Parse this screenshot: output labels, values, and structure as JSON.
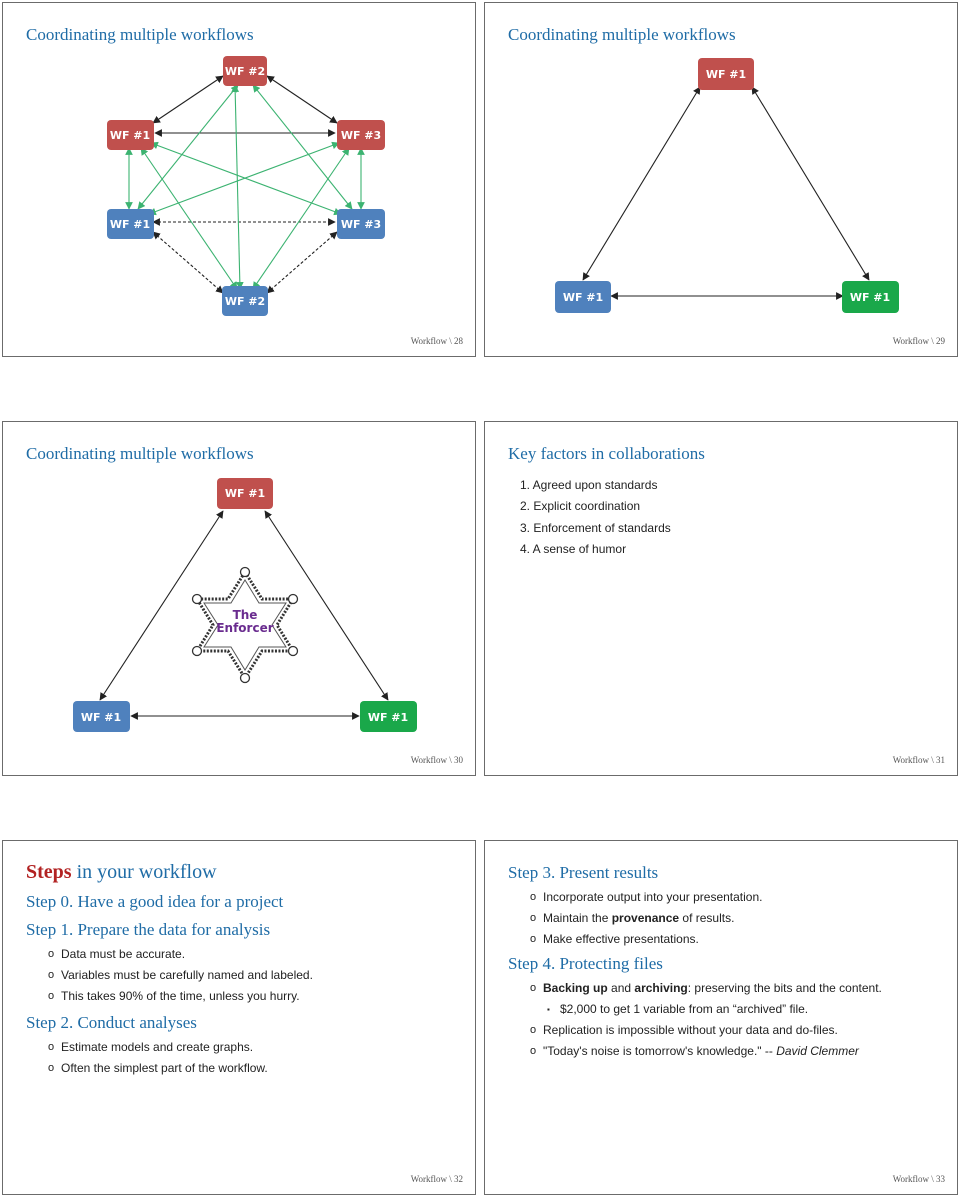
{
  "slides": [
    {
      "title": "Coordinating multiple workflows",
      "footer": "Workflow \\ 28",
      "nodes": [
        "WF #2",
        "WF #1",
        "WF #3",
        "WF #1",
        "WF #3",
        "WF #2"
      ]
    },
    {
      "title": "Coordinating multiple workflows",
      "footer": "Workflow \\ 29",
      "nodes": [
        "WF #1",
        "WF #1",
        "WF #1"
      ]
    },
    {
      "title": "Coordinating multiple workflows",
      "footer": "Workflow \\ 30",
      "nodes": [
        "WF #1",
        "WF #1",
        "WF #1"
      ],
      "badge": {
        "line1": "The",
        "line2": "Enforcer"
      }
    },
    {
      "title": "Key factors in collaborations",
      "footer": "Workflow \\ 31",
      "items": [
        "1. Agreed upon standards",
        "2. Explicit coordination",
        "3. Enforcement of standards",
        "4. A sense of humor"
      ]
    },
    {
      "title_bold": "Steps",
      "title_rest": " in your workflow",
      "footer": "Workflow \\ 32",
      "step0": "Step 0. Have a good idea for a project",
      "step1": "Step 1. Prepare the data for analysis",
      "step1_items": [
        "Data must be accurate.",
        "Variables must be carefully named and labeled.",
        "This takes 90% of the time, unless you hurry."
      ],
      "step2": "Step 2. Conduct analyses",
      "step2_items": [
        "Estimate models and create graphs.",
        "Often the simplest part of the workflow."
      ]
    },
    {
      "footer": "Workflow \\ 33",
      "step3": "Step 3. Present results",
      "step3_items": {
        "a": "Incorporate output into your presentation.",
        "b_pre": "Maintain the ",
        "b_bold": "provenance",
        "b_post": " of results.",
        "c": "Make effective presentations."
      },
      "step4": "Step 4. Protecting files",
      "step4_items": {
        "a_bold1": "Backing up",
        "a_mid": " and ",
        "a_bold2": "archiving",
        "a_post": ": preserving the bits and the content.",
        "sub": "$2,000 to get 1 variable from an “archived” file.",
        "b": "Replication is impossible without your data and do-files.",
        "c_pre": "\"Today's noise is tomorrow's knowledge.\" -- ",
        "c_italic": "David Clemmer"
      }
    }
  ],
  "bullet_glyph": "o",
  "sub_bullet_glyph": "▪",
  "colors": {
    "red": "#c0504d",
    "blue": "#4f81bd",
    "green": "#1aa84a",
    "arrow_green": "#3cb371",
    "title_blue": "#1f6ca6",
    "title_red": "#b22222"
  }
}
